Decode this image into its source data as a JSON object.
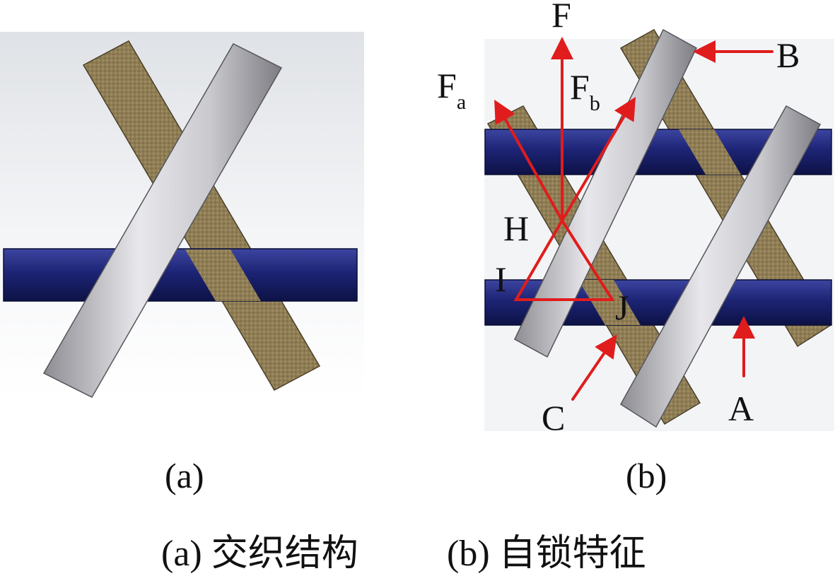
{
  "panels": {
    "a": {
      "label": "(a)"
    },
    "b": {
      "label": "(b)"
    }
  },
  "labels": {
    "F": "F",
    "Fa_main": "F",
    "Fa_sub": "a",
    "Fb_main": "F",
    "Fb_sub": "b",
    "B": "B",
    "H": "H",
    "I": "I",
    "J": "J",
    "A": "A",
    "C": "C"
  },
  "caption": {
    "part_a": "(a) 交织结构",
    "part_b": "(b) 自锁特征"
  },
  "colors": {
    "arrow": "#e01c1c",
    "blue_yarn": "#1c2370",
    "tan_yarn": "#8c7a52",
    "grey_yarn": "#c3c3c8"
  }
}
